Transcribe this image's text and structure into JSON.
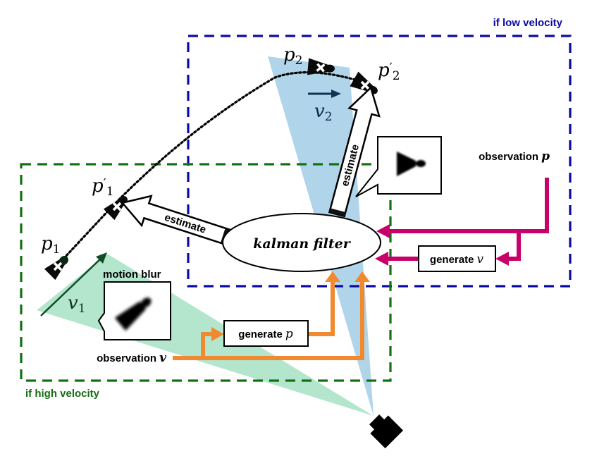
{
  "regions": {
    "low_velocity": {
      "label": "if low velocity",
      "color": "#0a0aa8"
    },
    "high_velocity": {
      "label": "if high velocity",
      "color": "#137013"
    }
  },
  "colors": {
    "trajectory": "#000000",
    "view_high": "#b3e6cc",
    "view_low": "#b0d4ea",
    "magenta_flow": "#c8006a",
    "orange_flow": "#f08a30",
    "velocity_arrow_1": "#0e4d26",
    "velocity_arrow_2": "#0f3350"
  },
  "shuttlecocks": {
    "p1": {
      "symbol": "p",
      "subscript": "1",
      "prime": ""
    },
    "p1_prime": {
      "symbol": "p",
      "subscript": "1",
      "prime": "′"
    },
    "p2": {
      "symbol": "p",
      "subscript": "2",
      "prime": ""
    },
    "p2_prime": {
      "symbol": "p",
      "subscript": "2",
      "prime": "′"
    }
  },
  "velocities": {
    "v1": {
      "symbol": "v",
      "subscript": "1"
    },
    "v2": {
      "symbol": "v",
      "subscript": "2"
    }
  },
  "kalman": {
    "label": "kalman filter"
  },
  "estimate_arrows": {
    "left": "estimate",
    "up": "estimate"
  },
  "callouts": {
    "motion_blur": "motion blur"
  },
  "observations": {
    "p": {
      "prefix": "observation",
      "symbol": "p"
    },
    "v": {
      "prefix": "observation",
      "symbol": "v"
    }
  },
  "generators": {
    "v": {
      "prefix": "generate",
      "symbol": "v"
    },
    "p": {
      "prefix": "generate",
      "symbol": "p"
    }
  },
  "camera": {
    "icon": "camera-icon"
  }
}
